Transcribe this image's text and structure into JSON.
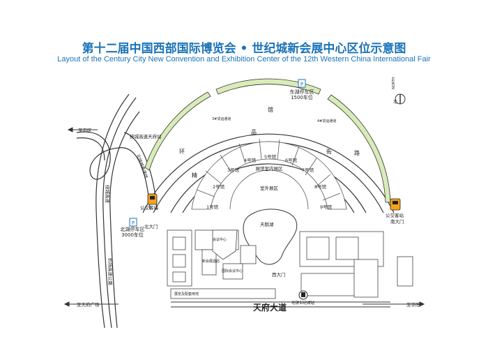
{
  "title": {
    "cn": "第十二届中国西部国际博览会 • 世纪城新会展中心区位示意图",
    "en": "Layout of the Century City New Convention and Exhibition Center of the 12th Western China International Fair"
  },
  "north": {
    "cn": "北",
    "en": "NORTH"
  },
  "parking": {
    "symbol": "P",
    "east": {
      "name": "东湖停车区",
      "capacity": "1500车位"
    },
    "north": {
      "name": "北湖停车区",
      "capacity": "3000车位"
    }
  },
  "ring_road": [
    "环",
    "精",
    "品",
    "馆",
    "街",
    "路"
  ],
  "lanes": {
    "left": "3#货运通道",
    "right": "4#货运通道"
  },
  "halls": [
    "1号馆",
    "2号馆",
    "3号馆",
    "4号馆",
    "5号馆",
    "6号馆",
    "7号馆",
    "8号馆",
    "9号馆"
  ],
  "inner_zone": "展馆室内展区",
  "outer_zone": "室外展区",
  "lake": "天鹅湖",
  "gates": {
    "north": "北大门",
    "south": "南大门",
    "west": "西大门"
  },
  "bus": {
    "west": "公交客站",
    "east": "公交客站"
  },
  "highways": {
    "ring_label": "绕城高速",
    "airport_label": "机场高速公路",
    "ramp_label": "绕城高速天府站",
    "ramp_label2": "北绕城高速线"
  },
  "directions": {
    "city": "至市区",
    "square": "至天府广场",
    "huayang": "至华阳"
  },
  "avenue": "天府大道",
  "metro": "地铁世纪城站",
  "buildings": {
    "b1": "会议中心",
    "b2": "新会展酒店",
    "b3": "国际会议中心",
    "b4": "展览及配套用地"
  },
  "colors": {
    "title": "#1a73b8",
    "greenbelt": "#d9ecb8",
    "bus": "#f5a21b",
    "parking": "#1a73b8"
  }
}
